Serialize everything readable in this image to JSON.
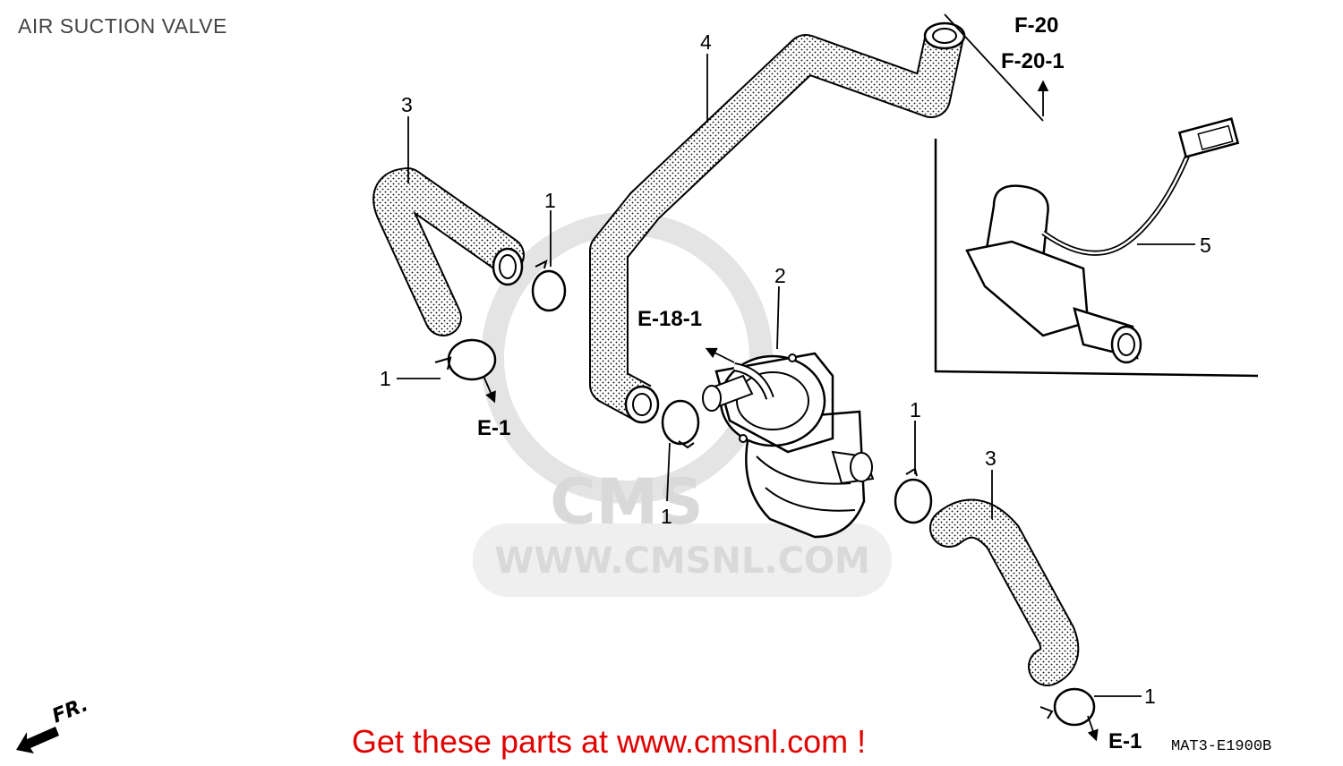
{
  "title": "AIR SUCTION VALVE",
  "promo": "Get these parts at www.cmsnl.com !",
  "watermark": "WWW.CMSNL.COM",
  "watermark_logo": "CMS",
  "diagram_code": "MAT3-E1900B",
  "front_marker": "FR.",
  "references": {
    "e1_left": "E-1",
    "e1_bottom": "E-1",
    "e18_1": "E-18-1",
    "f20": "F-20",
    "f20_1": "F-20-1"
  },
  "callouts": {
    "hose_left": "3",
    "hose_right": "3",
    "hose_long": "4",
    "valve": "2",
    "valve_assy": "5",
    "clip_top": "1",
    "clip_left": "1",
    "clip_center": "1",
    "clip_right": "1",
    "clip_bottom": "1"
  }
}
